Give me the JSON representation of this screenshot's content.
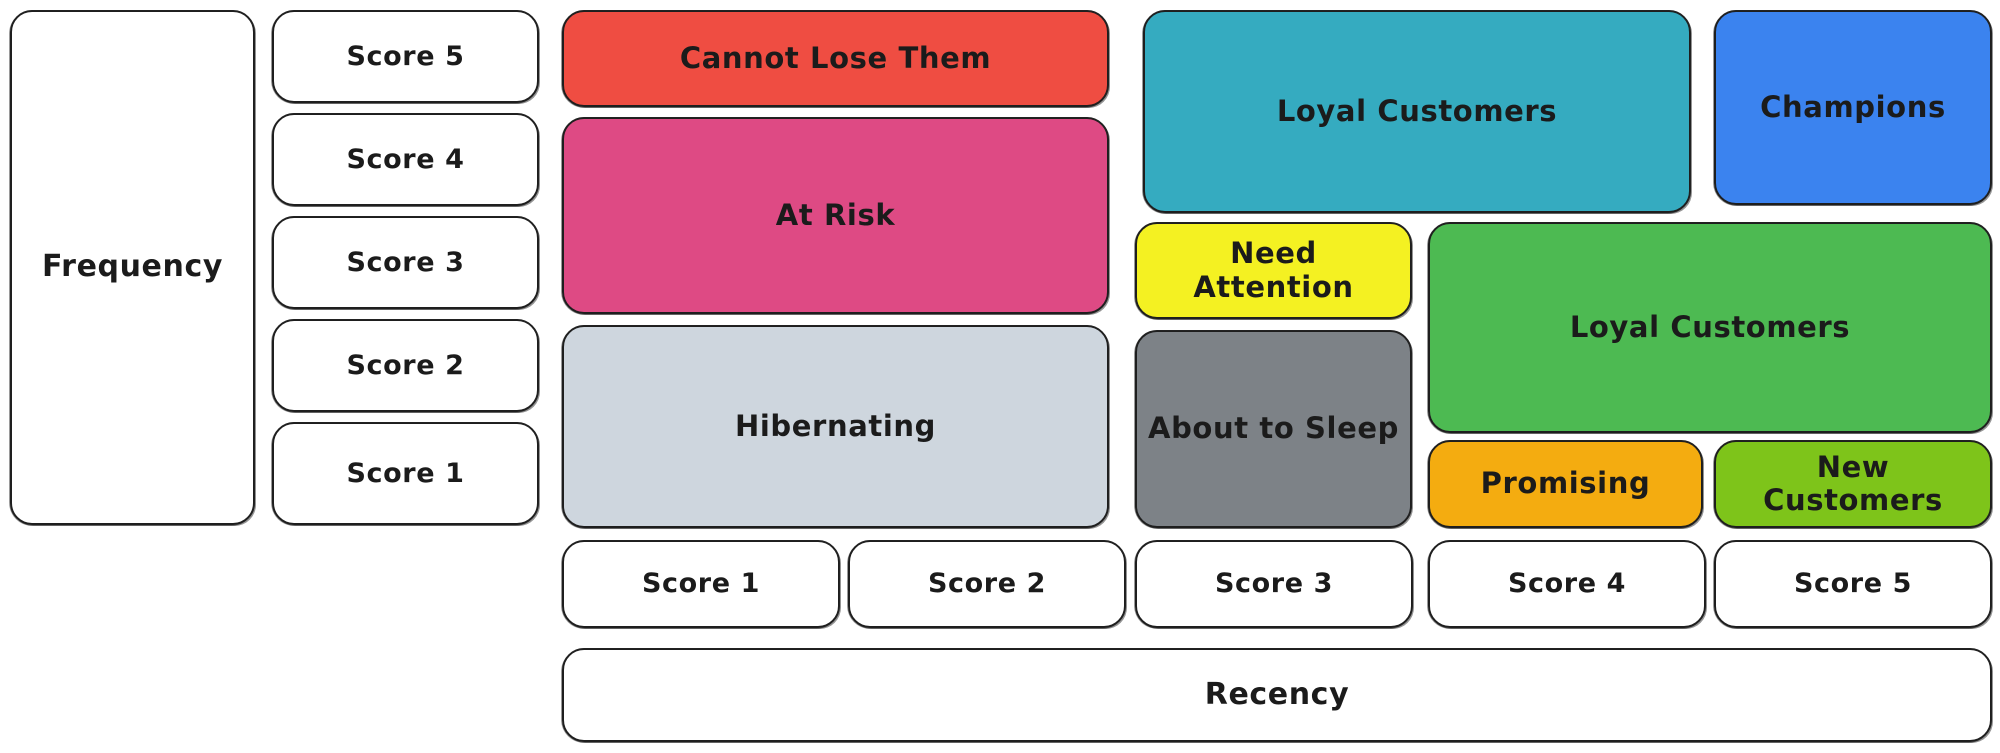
{
  "diagram": {
    "type": "rfm-segmentation-matrix",
    "style": "hand-drawn-sketch",
    "background": "#ffffff",
    "axes": {
      "y_axis_label": "Frequency",
      "x_axis_label": "Recency"
    },
    "frequency_scores": [
      {
        "label": "Score 5"
      },
      {
        "label": "Score 4"
      },
      {
        "label": "Score 3"
      },
      {
        "label": "Score 2"
      },
      {
        "label": "Score 1"
      }
    ],
    "recency_scores": [
      {
        "label": "Score 1"
      },
      {
        "label": "Score 2"
      },
      {
        "label": "Score 3"
      },
      {
        "label": "Score 4"
      },
      {
        "label": "Score 5"
      }
    ],
    "segments": [
      {
        "name": "Cannot Lose Them",
        "color": "#ef4d42",
        "text_color": "#1b1b1b",
        "recency_scores": [
          1,
          2
        ],
        "frequency_scores": [
          5
        ]
      },
      {
        "name": "At Risk",
        "color": "#de4a84",
        "text_color": "#1b1b1b",
        "recency_scores": [
          1,
          2
        ],
        "frequency_scores": [
          4,
          3
        ]
      },
      {
        "name": "Hibernating",
        "color": "#ced6de",
        "text_color": "#1b1b1b",
        "recency_scores": [
          1,
          2
        ],
        "frequency_scores": [
          2,
          1
        ]
      },
      {
        "name": "Loyal Customers",
        "color": "#35abc0",
        "text_color": "#1b1b1b",
        "recency_scores": [
          3,
          4
        ],
        "frequency_scores": [
          5,
          4
        ]
      },
      {
        "name": "Champions",
        "color": "#3b83ef",
        "text_color": "#1b1b1b",
        "recency_scores": [
          5
        ],
        "frequency_scores": [
          5,
          4
        ]
      },
      {
        "name": "Need Attention",
        "color": "#f4f122",
        "text_color": "#1b1b1b",
        "recency_scores": [
          3
        ],
        "frequency_scores": [
          3
        ]
      },
      {
        "name": "Loyal Customers",
        "color": "#4dba52",
        "text_color": "#1b1b1b",
        "recency_scores": [
          4,
          5
        ],
        "frequency_scores": [
          3,
          2
        ]
      },
      {
        "name": "About to Sleep",
        "color": "#7d8287",
        "text_color": "#1b1b1b",
        "recency_scores": [
          3
        ],
        "frequency_scores": [
          2,
          1
        ]
      },
      {
        "name": "Promising",
        "color": "#f4ac10",
        "text_color": "#1b1b1b",
        "recency_scores": [
          4
        ],
        "frequency_scores": [
          1
        ]
      },
      {
        "name": "New Customers",
        "color": "#7ec41a",
        "text_color": "#1b1b1b",
        "recency_scores": [
          5
        ],
        "frequency_scores": [
          1
        ]
      }
    ]
  }
}
